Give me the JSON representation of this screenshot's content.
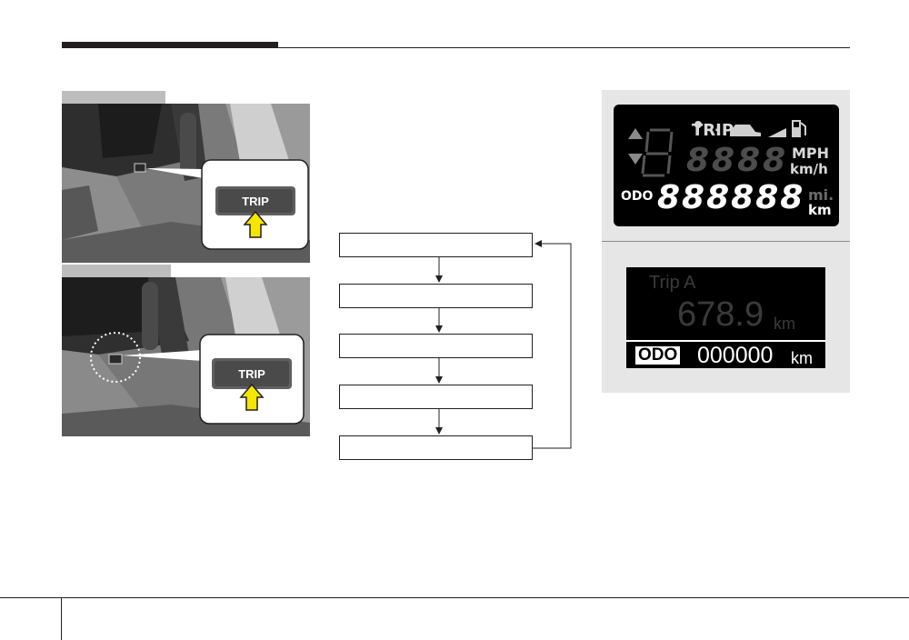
{
  "flow": {
    "boxes": [
      "",
      "",
      "",
      "",
      ""
    ]
  },
  "photos": {
    "top_button_label": "TRIP",
    "bottom_button_label": "TRIP"
  },
  "cluster_lcd": {
    "trip_label": "TRIP",
    "digits_speed": "8888",
    "unit_mph": "MPH",
    "unit_kmh": "km/h",
    "odo_label": "ODO",
    "digits_odo": "888888",
    "unit_mi": "mi.",
    "unit_km": "km",
    "trip_icon_dots": "..."
  },
  "cluster_tft": {
    "trip_label": "Trip A",
    "trip_value": "678.9",
    "trip_unit": "km",
    "odo_label": "ODO",
    "odo_value": "000000",
    "odo_unit": "km"
  },
  "colors": {
    "arrow_yellow": "#f5e600",
    "lcd_segment": "#d8d8d8",
    "tft_dim_text": "#3a3a3a"
  }
}
